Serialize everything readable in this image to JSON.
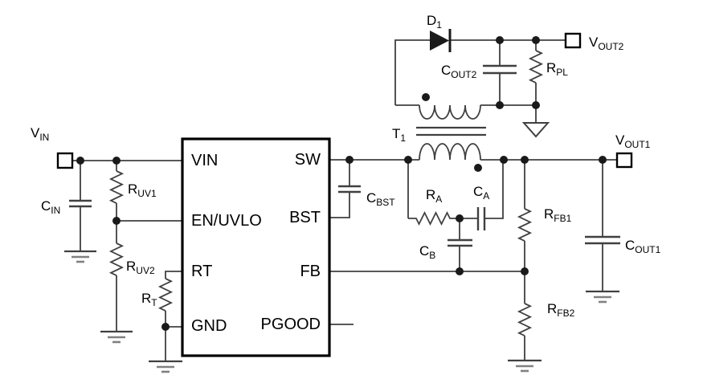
{
  "ic": {
    "left_pins": [
      "VIN",
      "EN/UVLO",
      "RT",
      "GND"
    ],
    "right_pins": [
      "SW",
      "BST",
      "FB",
      "PGOOD"
    ]
  },
  "labels": {
    "vin": {
      "main": "V",
      "sub": "IN"
    },
    "cin": {
      "main": "C",
      "sub": "IN"
    },
    "ruv1": {
      "main": "R",
      "sub": "UV1"
    },
    "ruv2": {
      "main": "R",
      "sub": "UV2"
    },
    "rt": {
      "main": "R",
      "sub": "T"
    },
    "cbst": {
      "main": "C",
      "sub": "BST"
    },
    "t1": {
      "main": "T",
      "sub": "1"
    },
    "d1": {
      "main": "D",
      "sub": "1"
    },
    "cout2": {
      "main": "C",
      "sub": "OUT2"
    },
    "rpl": {
      "main": "R",
      "sub": "PL"
    },
    "vout2": {
      "main": "V",
      "sub": "OUT2"
    },
    "ra": {
      "main": "R",
      "sub": "A"
    },
    "ca": {
      "main": "C",
      "sub": "A"
    },
    "cb": {
      "main": "C",
      "sub": "B"
    },
    "rfb1": {
      "main": "R",
      "sub": "FB1"
    },
    "rfb2": {
      "main": "R",
      "sub": "FB2"
    },
    "cout1": {
      "main": "C",
      "sub": "OUT1"
    },
    "vout1": {
      "main": "V",
      "sub": "OUT1"
    }
  },
  "colors": {
    "background": "#ffffff",
    "wire": "#404040",
    "ic_border": "#000000",
    "text": "#000000",
    "ground_accent": "#808080"
  }
}
